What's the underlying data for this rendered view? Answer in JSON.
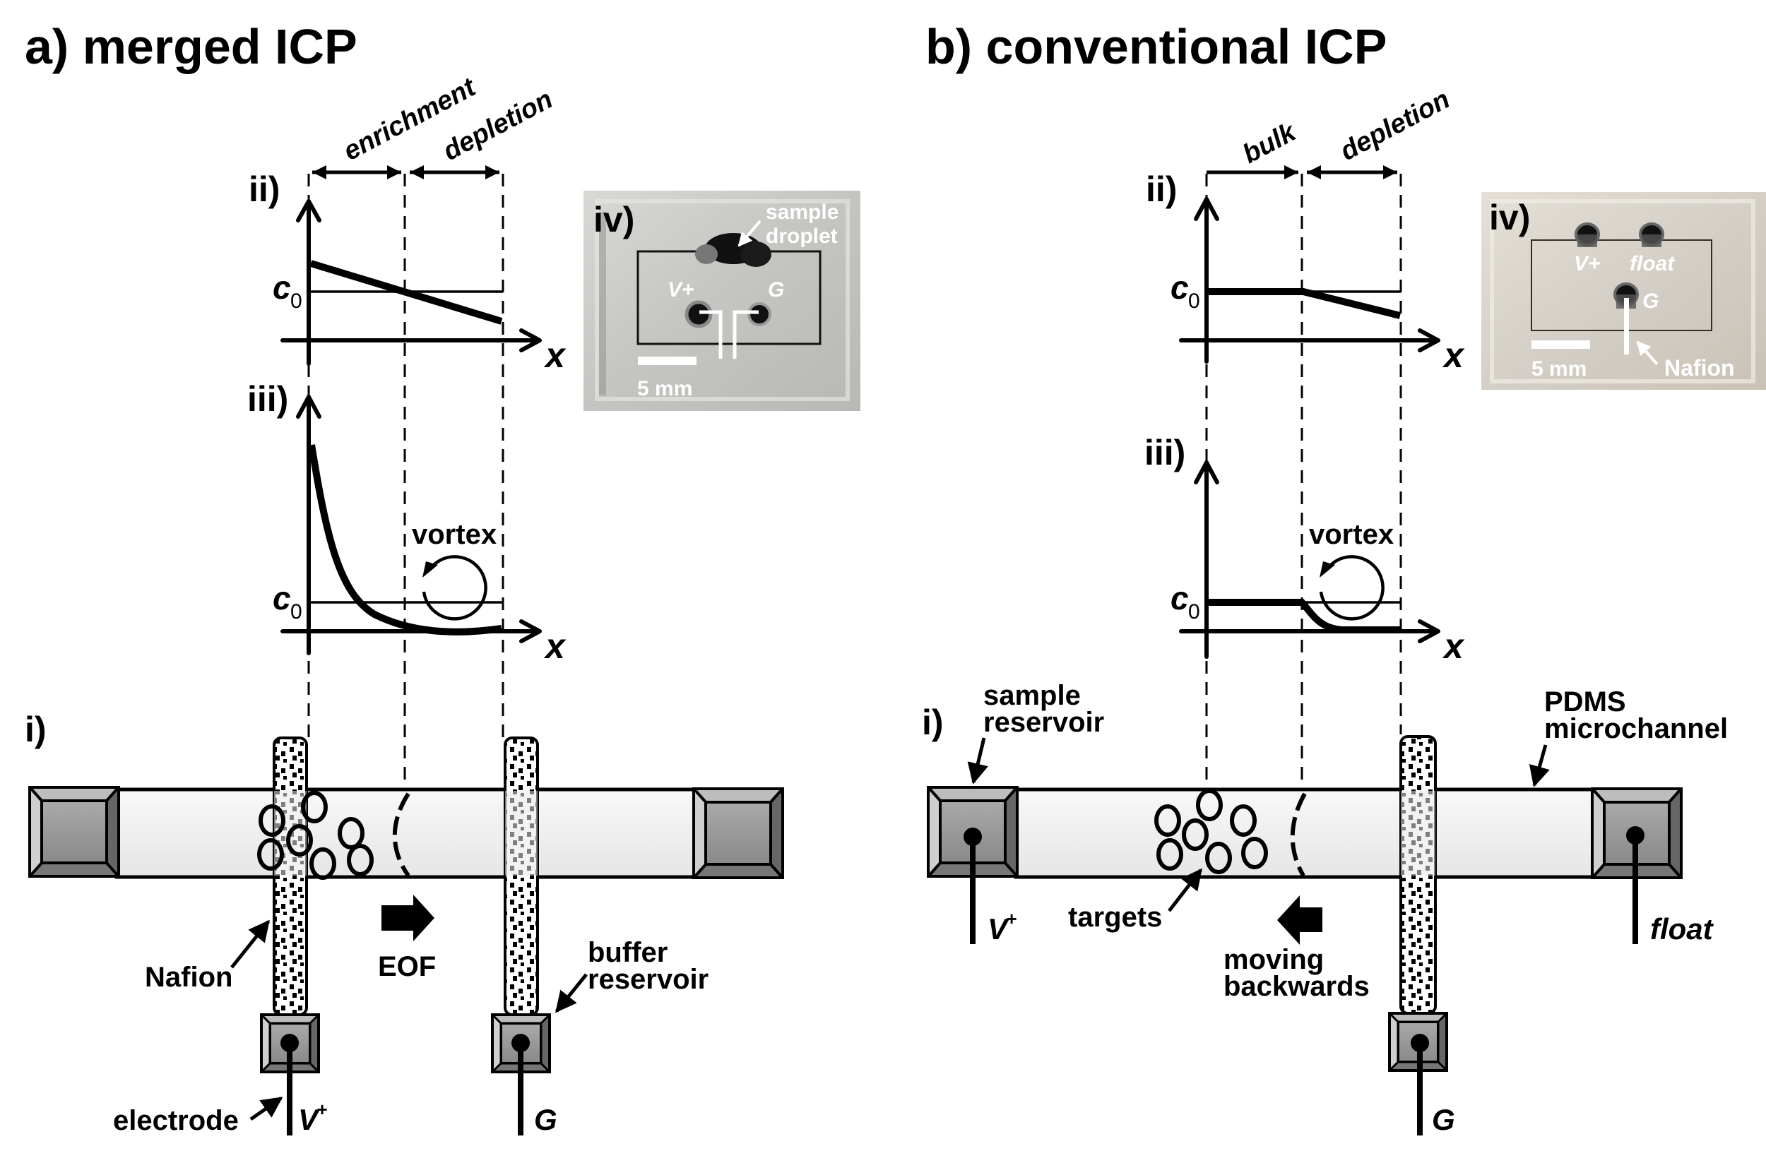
{
  "panel_a": {
    "title": "a) merged ICP",
    "zones": [
      "enrichment",
      "depletion"
    ],
    "graph_ii": {
      "label": "ii)",
      "y_ref_label": "c",
      "y_ref_sub": "0",
      "x_label": "x"
    },
    "graph_iii": {
      "label": "iii)",
      "y_ref_label": "c",
      "y_ref_sub": "0",
      "x_label": "x",
      "vortex_label": "vortex"
    },
    "schematic": {
      "label": "i)",
      "nafion_label": "Nafion",
      "flow_label": "EOF",
      "flow_direction": "right",
      "buffer_label_1": "buffer",
      "buffer_label_2": "reservoir",
      "electrode_label": "electrode",
      "voltage_left": "V",
      "voltage_left_sup": "+",
      "voltage_right": "G"
    },
    "photo": {
      "label": "iv)",
      "sample_1": "sample",
      "sample_2": "droplet",
      "port_vplus": "V+",
      "port_g": "G",
      "scale_bar": "5 mm"
    }
  },
  "panel_b": {
    "title": "b) conventional ICP",
    "zones": [
      "bulk",
      "depletion"
    ],
    "graph_ii": {
      "label": "ii)",
      "y_ref_label": "c",
      "y_ref_sub": "0",
      "x_label": "x"
    },
    "graph_iii": {
      "label": "iii)",
      "y_ref_label": "c",
      "y_ref_sub": "0",
      "x_label": "x",
      "vortex_label": "vortex"
    },
    "schematic": {
      "label": "i)",
      "sample_res_1": "sample",
      "sample_res_2": "reservoir",
      "pdms_1": "PDMS",
      "pdms_2": "microchannel",
      "targets_label": "targets",
      "flow_label_1": "moving",
      "flow_label_2": "backwards",
      "flow_direction": "left",
      "voltage_left": "V",
      "voltage_left_sup": "+",
      "voltage_right": "float",
      "voltage_bottom": "G"
    },
    "photo": {
      "label": "iv)",
      "port_vplus": "V+",
      "port_float": "float",
      "port_g": "G",
      "scale_bar": "5 mm",
      "nafion_label": "Nafion"
    }
  },
  "colors": {
    "channel_fill": "#f0f0f0",
    "reservoir_face": "#9a9a9a",
    "bevel_top": "#bdbdbd",
    "bevel_left": "#cfcfcf",
    "bevel_right": "#666666",
    "bevel_bottom": "#777777",
    "photo_bg_a": "#c9c9c6",
    "photo_bg_b": "#d6d2cc"
  }
}
